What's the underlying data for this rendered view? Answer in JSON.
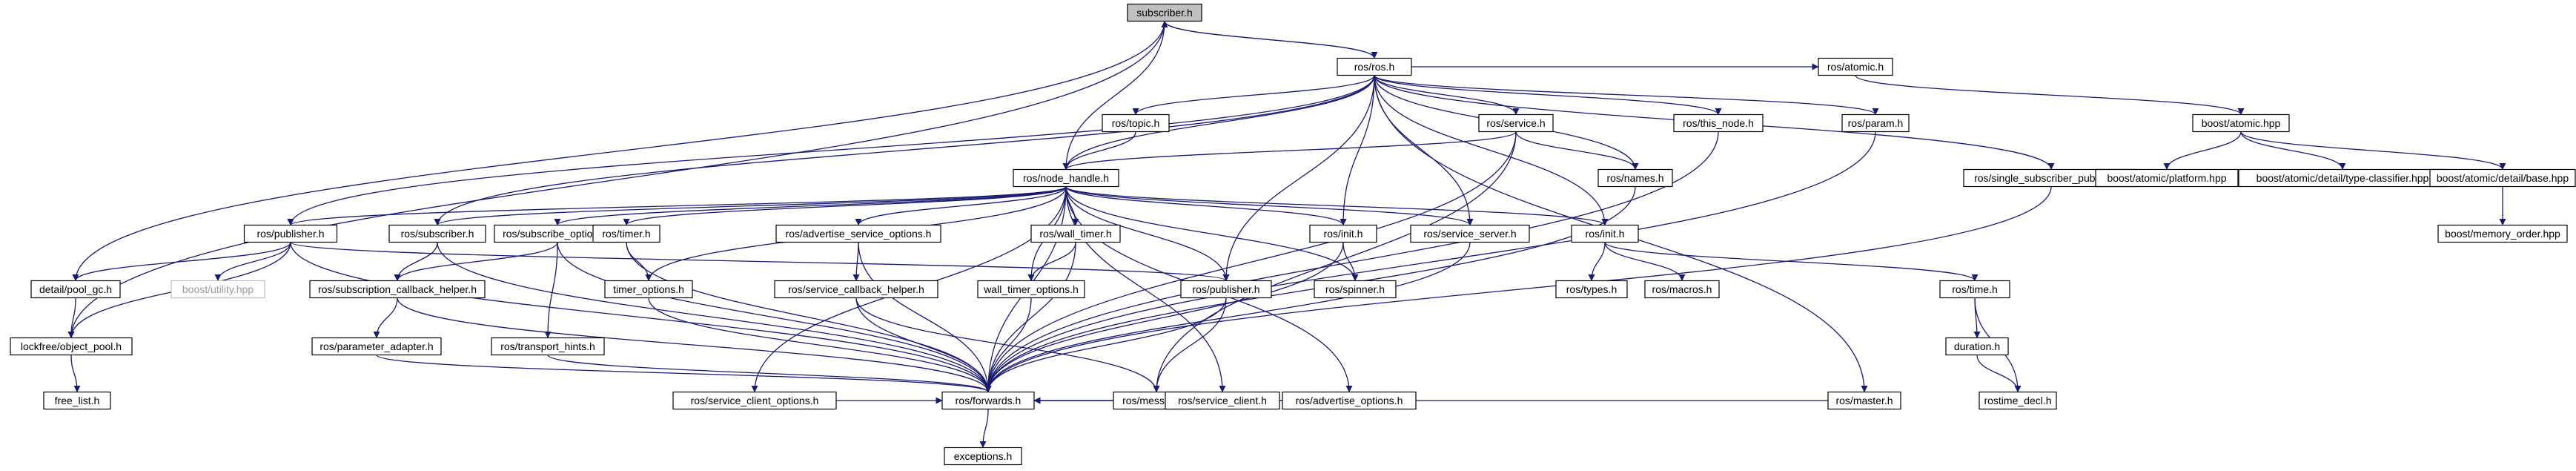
{
  "diagram": {
    "type": "include-dependency-graph",
    "edge_color": "#191970",
    "root_fill": "#bfbfbf",
    "ghost_stroke": "#bfbfbf",
    "nodes": [
      {
        "id": "subscriber_h",
        "label": "subscriber.h",
        "style": "root"
      },
      {
        "id": "ros_h",
        "label": "ros/ros.h"
      },
      {
        "id": "atomic_h",
        "label": "ros/atomic.h"
      },
      {
        "id": "boost_atomic",
        "label": "boost/atomic.hpp"
      },
      {
        "id": "topic_h",
        "label": "ros/topic.h"
      },
      {
        "id": "service_h",
        "label": "ros/service.h"
      },
      {
        "id": "this_node_h",
        "label": "ros/this_node.h"
      },
      {
        "id": "param_h",
        "label": "ros/param.h"
      },
      {
        "id": "ssp_h",
        "label": "ros/single_subscriber_publisher.h"
      },
      {
        "id": "nh_h",
        "label": "ros/node_handle.h"
      },
      {
        "id": "names_h",
        "label": "ros/names.h"
      },
      {
        "id": "platform_hpp",
        "label": "boost/atomic/platform.hpp"
      },
      {
        "id": "typeclass_hpp",
        "label": "boost/atomic/detail/type-classifier.hpp"
      },
      {
        "id": "base_hpp",
        "label": "boost/atomic/detail/base.hpp"
      },
      {
        "id": "memorder_hpp",
        "label": "boost/memory_order.hpp"
      },
      {
        "id": "publisher_h",
        "label": "ros/publisher.h"
      },
      {
        "id": "rsubscriber_h",
        "label": "ros/subscriber.h"
      },
      {
        "id": "subopts_h",
        "label": "ros/subscribe_options.h"
      },
      {
        "id": "timer_h",
        "label": "ros/timer.h"
      },
      {
        "id": "advsvc_h",
        "label": "ros/advertise_service_options.h"
      },
      {
        "id": "walltimer_h",
        "label": "ros/wall_timer.h"
      },
      {
        "id": "initb_h",
        "label": "ros/init.h"
      },
      {
        "id": "svcserver_h",
        "label": "ros/service_server.h"
      },
      {
        "id": "init_h",
        "label": "ros/init.h"
      },
      {
        "id": "poolgc_h",
        "label": "detail/pool_gc.h"
      },
      {
        "id": "utility_hpp",
        "label": "boost/utility.hpp",
        "style": "ghost"
      },
      {
        "id": "subcb_h",
        "label": "ros/subscription_callback_helper.h"
      },
      {
        "id": "timeropts_h",
        "label": "timer_options.h"
      },
      {
        "id": "svccb_h",
        "label": "ros/service_callback_helper.h"
      },
      {
        "id": "walltimeropts_h",
        "label": "wall_timer_options.h"
      },
      {
        "id": "publisherb_h",
        "label": "ros/publisher.h"
      },
      {
        "id": "spinner_h",
        "label": "ros/spinner.h"
      },
      {
        "id": "types_h",
        "label": "ros/types.h"
      },
      {
        "id": "macros_h",
        "label": "ros/macros.h"
      },
      {
        "id": "time_h",
        "label": "ros/time.h"
      },
      {
        "id": "objpool_h",
        "label": "lockfree/object_pool.h"
      },
      {
        "id": "param_adapter_h",
        "label": "ros/parameter_adapter.h"
      },
      {
        "id": "transport_h",
        "label": "ros/transport_hints.h"
      },
      {
        "id": "svcclientopts_h",
        "label": "ros/service_client_options.h"
      },
      {
        "id": "message_h",
        "label": "ros/message.h"
      },
      {
        "id": "svcclient_h",
        "label": "ros/service_client.h"
      },
      {
        "id": "advopts_h",
        "label": "ros/advertise_options.h"
      },
      {
        "id": "master_h",
        "label": "ros/master.h"
      },
      {
        "id": "duration_h",
        "label": "duration.h"
      },
      {
        "id": "freelist_h",
        "label": "free_list.h"
      },
      {
        "id": "forwards_h",
        "label": "ros/forwards.h"
      },
      {
        "id": "rostime_decl_h",
        "label": "rostime_decl.h"
      },
      {
        "id": "exceptions_h",
        "label": "exceptions.h"
      }
    ],
    "edges": [
      [
        "subscriber_h",
        "ros_h"
      ],
      [
        "subscriber_h",
        "poolgc_h"
      ],
      [
        "subscriber_h",
        "objpool_h"
      ],
      [
        "ros_h",
        "subscriber_h"
      ],
      [
        "ros_h",
        "atomic_h"
      ],
      [
        "ros_h",
        "topic_h"
      ],
      [
        "ros_h",
        "service_h"
      ],
      [
        "ros_h",
        "this_node_h"
      ],
      [
        "ros_h",
        "param_h"
      ],
      [
        "ros_h",
        "ssp_h"
      ],
      [
        "ros_h",
        "nh_h"
      ],
      [
        "ros_h",
        "names_h"
      ],
      [
        "ros_h",
        "publisher_h"
      ],
      [
        "ros_h",
        "rsubscriber_h"
      ],
      [
        "ros_h",
        "initb_h"
      ],
      [
        "ros_h",
        "svcserver_h"
      ],
      [
        "ros_h",
        "init_h"
      ],
      [
        "ros_h",
        "publisherb_h"
      ],
      [
        "ros_h",
        "master_h"
      ],
      [
        "atomic_h",
        "boost_atomic"
      ],
      [
        "boost_atomic",
        "platform_hpp"
      ],
      [
        "boost_atomic",
        "typeclass_hpp"
      ],
      [
        "boost_atomic",
        "base_hpp"
      ],
      [
        "base_hpp",
        "memorder_hpp"
      ],
      [
        "topic_h",
        "nh_h"
      ],
      [
        "service_h",
        "nh_h"
      ],
      [
        "service_h",
        "names_h"
      ],
      [
        "service_h",
        "message_h"
      ],
      [
        "service_h",
        "forwards_h"
      ],
      [
        "this_node_h",
        "forwards_h"
      ],
      [
        "param_h",
        "forwards_h"
      ],
      [
        "ssp_h",
        "forwards_h"
      ],
      [
        "names_h",
        "forwards_h"
      ],
      [
        "nh_h",
        "subscriber_h"
      ],
      [
        "nh_h",
        "publisher_h"
      ],
      [
        "nh_h",
        "rsubscriber_h"
      ],
      [
        "nh_h",
        "subopts_h"
      ],
      [
        "nh_h",
        "timer_h"
      ],
      [
        "nh_h",
        "advsvc_h"
      ],
      [
        "nh_h",
        "walltimer_h"
      ],
      [
        "nh_h",
        "initb_h"
      ],
      [
        "nh_h",
        "svcserver_h"
      ],
      [
        "nh_h",
        "init_h"
      ],
      [
        "nh_h",
        "timeropts_h"
      ],
      [
        "nh_h",
        "walltimeropts_h"
      ],
      [
        "nh_h",
        "publisherb_h"
      ],
      [
        "nh_h",
        "svcclientopts_h"
      ],
      [
        "nh_h",
        "svcclient_h"
      ],
      [
        "nh_h",
        "advopts_h"
      ],
      [
        "nh_h",
        "spinner_h"
      ],
      [
        "nh_h",
        "forwards_h"
      ],
      [
        "publisher_h",
        "poolgc_h"
      ],
      [
        "publisher_h",
        "utility_hpp"
      ],
      [
        "publisher_h",
        "objpool_h"
      ],
      [
        "publisher_h",
        "publisherb_h"
      ],
      [
        "publisher_h",
        "forwards_h"
      ],
      [
        "rsubscriber_h",
        "subcb_h"
      ],
      [
        "rsubscriber_h",
        "forwards_h"
      ],
      [
        "subopts_h",
        "subcb_h"
      ],
      [
        "subopts_h",
        "transport_h"
      ],
      [
        "subopts_h",
        "forwards_h"
      ],
      [
        "timer_h",
        "timeropts_h"
      ],
      [
        "timer_h",
        "forwards_h"
      ],
      [
        "advsvc_h",
        "svccb_h"
      ],
      [
        "advsvc_h",
        "forwards_h"
      ],
      [
        "walltimer_h",
        "walltimeropts_h"
      ],
      [
        "walltimer_h",
        "forwards_h"
      ],
      [
        "initb_h",
        "spinner_h"
      ],
      [
        "initb_h",
        "forwards_h"
      ],
      [
        "svcserver_h",
        "forwards_h"
      ],
      [
        "init_h",
        "types_h"
      ],
      [
        "init_h",
        "macros_h"
      ],
      [
        "init_h",
        "time_h"
      ],
      [
        "poolgc_h",
        "objpool_h"
      ],
      [
        "subcb_h",
        "param_adapter_h"
      ],
      [
        "subcb_h",
        "forwards_h"
      ],
      [
        "timeropts_h",
        "forwards_h"
      ],
      [
        "svccb_h",
        "message_h"
      ],
      [
        "svccb_h",
        "forwards_h"
      ],
      [
        "walltimeropts_h",
        "forwards_h"
      ],
      [
        "publisherb_h",
        "message_h"
      ],
      [
        "publisherb_h",
        "forwards_h"
      ],
      [
        "time_h",
        "duration_h"
      ],
      [
        "time_h",
        "rostime_decl_h"
      ],
      [
        "objpool_h",
        "freelist_h"
      ],
      [
        "param_adapter_h",
        "forwards_h"
      ],
      [
        "transport_h",
        "forwards_h"
      ],
      [
        "svcclientopts_h",
        "forwards_h"
      ],
      [
        "svcclient_h",
        "forwards_h"
      ],
      [
        "advopts_h",
        "forwards_h"
      ],
      [
        "master_h",
        "forwards_h"
      ],
      [
        "duration_h",
        "rostime_decl_h"
      ],
      [
        "forwards_h",
        "exceptions_h"
      ]
    ]
  }
}
